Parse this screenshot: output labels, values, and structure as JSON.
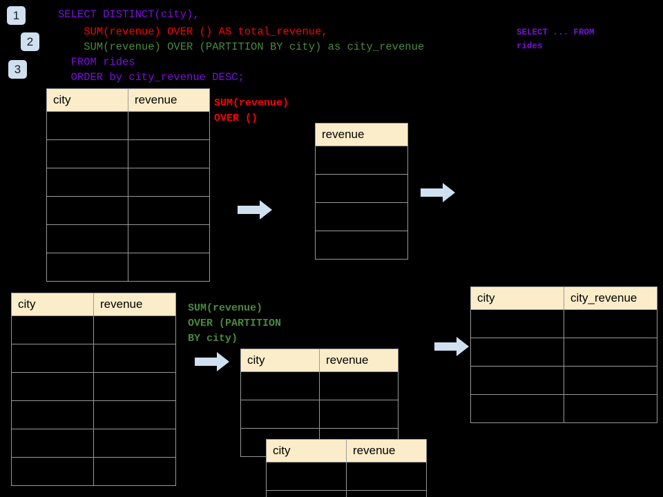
{
  "page": {
    "background": "#000000",
    "title": "SQL window function walkthrough"
  },
  "colors": {
    "badge_bg": "#cfe0f0",
    "header_bg": "#fcedca",
    "border": "#9a9a9a",
    "arrow": "#cfe0f0",
    "sql_keyword": "#7a0fdd",
    "sql_red": "#ff0000",
    "sql_green": "#4a8a3f"
  },
  "badges": [
    {
      "label": "1"
    },
    {
      "label": "2"
    },
    {
      "label": "3"
    }
  ],
  "sql": {
    "line1": "SELECT DISTINCT(city),",
    "line2": "    SUM(revenue) OVER () AS total_revenue,",
    "line3": "    SUM(revenue) OVER (PARTITION BY city) as city_revenue",
    "line4": "  FROM rides",
    "line5": "  ORDER by city_revenue DESC;"
  },
  "side_note": {
    "line1": "SELECT ... FROM",
    "line2": "rides"
  },
  "annotations": {
    "total_revenue": "SUM(revenue)\nOVER ()",
    "city_revenue": "SUM(revenue)\nOVER (PARTITION\nBY city)"
  },
  "tables": {
    "source_top": {
      "name": "rides-source-table-top",
      "columns": [
        "city",
        "revenue"
      ],
      "row_count": 6
    },
    "total_revenue": {
      "name": "total-revenue-table",
      "columns": [
        "revenue"
      ],
      "row_count": 4
    },
    "source_bottom": {
      "name": "rides-source-table-bottom",
      "columns": [
        "city",
        "revenue"
      ],
      "row_count": 6
    },
    "partition_back": {
      "name": "partition-group-table-back",
      "columns": [
        "city",
        "revenue"
      ],
      "row_count": 3
    },
    "partition_front": {
      "name": "partition-group-table-front",
      "columns": [
        "city",
        "revenue"
      ],
      "row_count": 2
    },
    "result": {
      "name": "final-result-table",
      "columns": [
        "city",
        "city_revenue"
      ],
      "row_count": 4
    }
  },
  "arrows": [
    {
      "name": "arrow-source-to-total"
    },
    {
      "name": "arrow-total-to-result"
    },
    {
      "name": "arrow-source-to-partition"
    },
    {
      "name": "arrow-partition-to-result"
    }
  ]
}
